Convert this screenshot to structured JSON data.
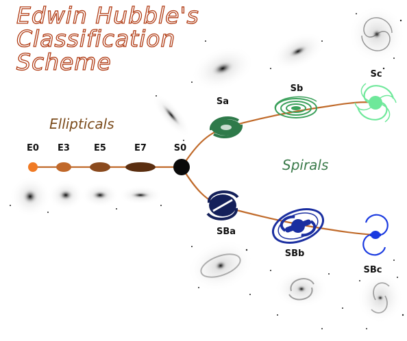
{
  "title": {
    "line1": "Edwin Hubble's",
    "line2": "Classification",
    "line3": "Scheme"
  },
  "categories": {
    "ellipticals": "Ellipticals",
    "spirals": "Spirals"
  },
  "classes": {
    "e0": "E0",
    "e3": "E3",
    "e5": "E5",
    "e7": "E7",
    "s0": "S0",
    "sa": "Sa",
    "sb": "Sb",
    "sc": "Sc",
    "sba": "SBa",
    "sbb": "SBb",
    "sbc": "SBc"
  },
  "colors": {
    "title": "#b03a12",
    "ellipticals_label": "#7a4a1a",
    "spirals_label": "#3a7a4a",
    "track": "#c06a2a",
    "spiral_normal": "#2e8a4a",
    "spiral_barred": "#1a2a8a"
  }
}
